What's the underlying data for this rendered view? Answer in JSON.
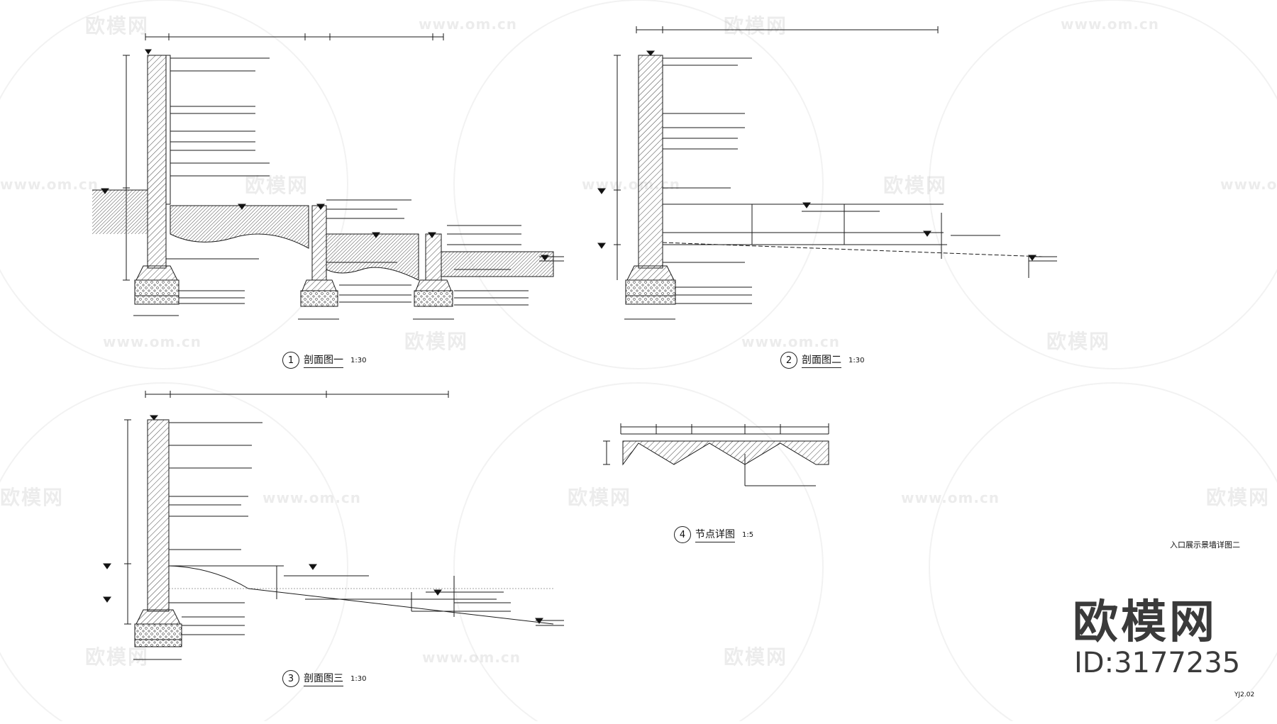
{
  "watermark": {
    "brand_text": "欧模网",
    "url_text": "www.om.cn",
    "id_text": "ID:3177235"
  },
  "sheet": {
    "title": "入口展示景墙详图二",
    "code": "YJ2.02"
  },
  "sections": [
    {
      "number": "1",
      "title": "剖面图一",
      "scale": "1:30"
    },
    {
      "number": "2",
      "title": "剖面图二",
      "scale": "1:30"
    },
    {
      "number": "3",
      "title": "剖面图三",
      "scale": "1:30"
    },
    {
      "number": "4",
      "title": "节点详图",
      "scale": "1:5"
    }
  ],
  "colors": {
    "line": "#1a1a1a",
    "hatch": "#555555",
    "watermark": "#000000"
  }
}
